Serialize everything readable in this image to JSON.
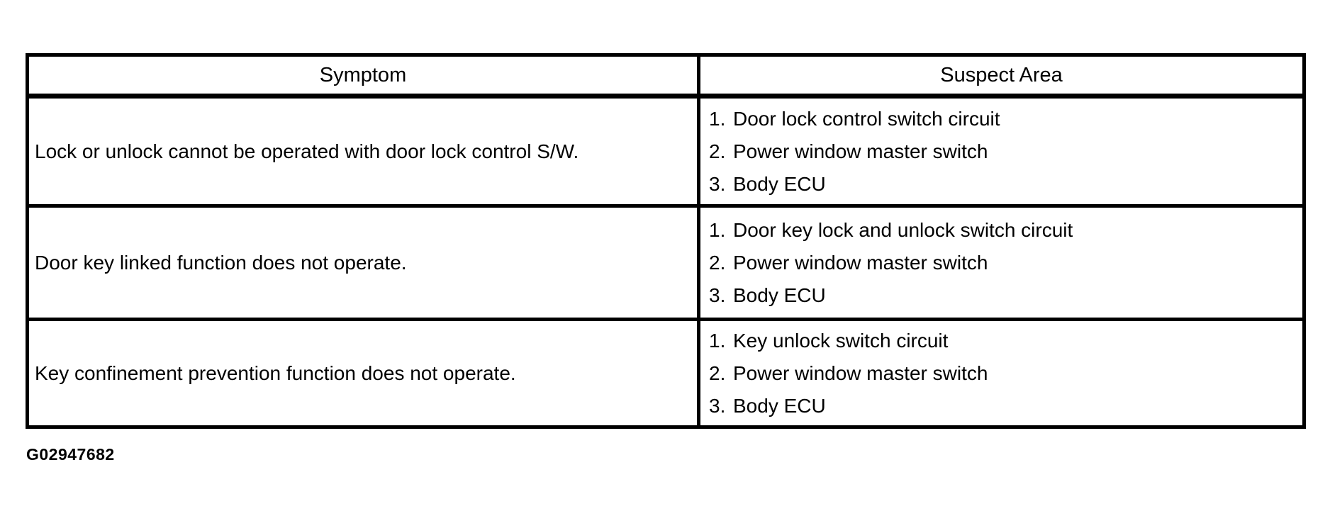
{
  "table": {
    "headers": [
      "Symptom",
      "Suspect Area"
    ],
    "rows": [
      {
        "symptom": "Lock or unlock cannot be operated with door lock control S/W.",
        "suspects": [
          {
            "num": "1.",
            "label": "Door lock control switch circuit"
          },
          {
            "num": "2.",
            "label": "Power window master switch"
          },
          {
            "num": "3.",
            "label": "Body ECU"
          }
        ]
      },
      {
        "symptom": "Door key linked function does not operate.",
        "suspects": [
          {
            "num": "1.",
            "label": "Door key lock and unlock switch circuit"
          },
          {
            "num": "2.",
            "label": "Power window master switch"
          },
          {
            "num": "3.",
            "label": "Body ECU"
          }
        ]
      },
      {
        "symptom": "Key confinement prevention function does not operate.",
        "suspects": [
          {
            "num": "1.",
            "label": "Key unlock switch circuit"
          },
          {
            "num": "2.",
            "label": "Power window master switch"
          },
          {
            "num": "3.",
            "label": "Body ECU"
          }
        ]
      }
    ]
  },
  "figure_id": "G02947682",
  "colors": {
    "border": "#000000",
    "text": "#000000",
    "background": "#ffffff"
  }
}
